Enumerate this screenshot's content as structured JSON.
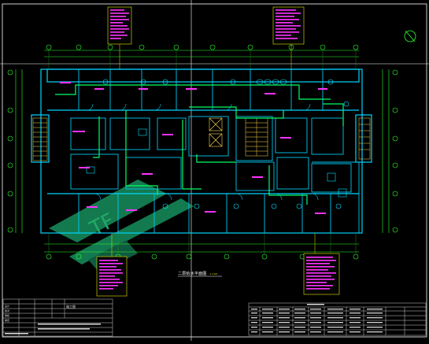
{
  "drawing": {
    "title": "二层给水平面图",
    "scale": "1:100"
  },
  "palette": {
    "background": "#000000",
    "walls": "#00d4ff",
    "axis_lines": "#2cff2c",
    "water_pipe": "#00ff66",
    "annotation": "#ff33ff",
    "dimension": "#33ff99",
    "stairs": "#ffd84d",
    "watermark": "#1aa36a"
  },
  "title_block": {
    "rows": [
      "设计",
      "校对",
      "审核",
      "审定"
    ],
    "label": "施工图"
  },
  "icons": [
    "north-arrow-icon",
    "watermark-logo"
  ]
}
